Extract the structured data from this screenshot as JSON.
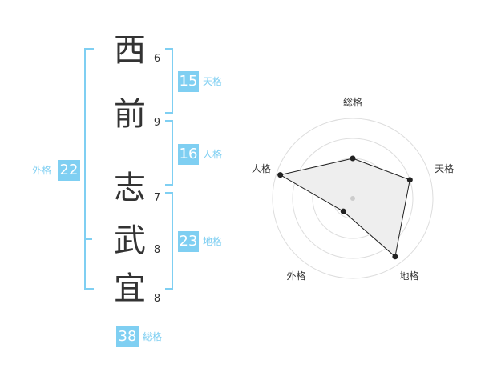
{
  "name": {
    "characters": [
      {
        "char": "西",
        "strokes": "6"
      },
      {
        "char": "前",
        "strokes": "9"
      },
      {
        "char": "志",
        "strokes": "7"
      },
      {
        "char": "武",
        "strokes": "8"
      },
      {
        "char": "宜",
        "strokes": "8"
      }
    ]
  },
  "fortunes": {
    "tenkaku": {
      "value": "15",
      "label": "天格"
    },
    "jinkaku": {
      "value": "16",
      "label": "人格"
    },
    "chikaku": {
      "value": "23",
      "label": "地格"
    },
    "gaikaku": {
      "value": "22",
      "label": "外格"
    },
    "soukaku": {
      "value": "38",
      "label": "総格"
    }
  },
  "radar": {
    "axes": [
      "総格",
      "天格",
      "地格",
      "外格",
      "人格"
    ],
    "values": [
      0.5,
      0.75,
      0.9,
      0.2,
      0.95
    ],
    "rings": 4
  },
  "colors": {
    "accent": "#7fcff2",
    "text": "#333333",
    "radar_fill": "#eeeeee",
    "radar_ring": "#dddddd"
  }
}
